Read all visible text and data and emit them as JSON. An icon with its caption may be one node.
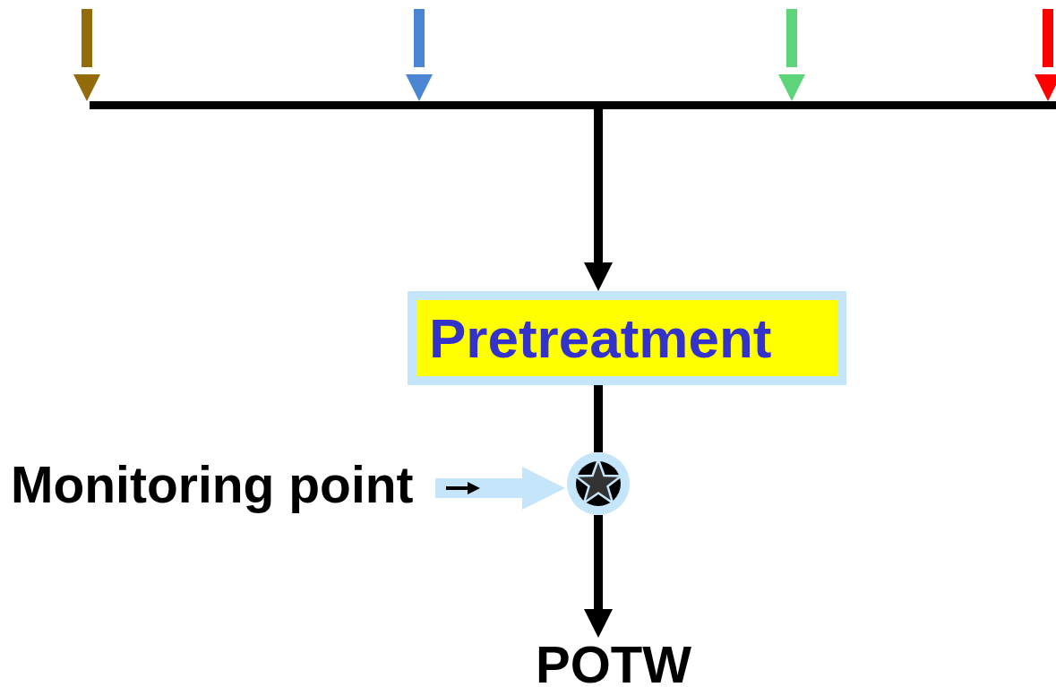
{
  "diagram": {
    "nodes": [
      {
        "text": [],
        "shape": "bar"
      },
      {
        "text": [
          "Pretreatment"
        ]
      },
      {
        "text": [],
        "shape": "circle"
      },
      {
        "text": [
          "POTW"
        ]
      },
      {
        "text": [
          "Monitoring point"
        ]
      }
    ],
    "edges": [
      {
        "from": null,
        "to": 0,
        "arrow": "to",
        "color": "#946b0a"
      },
      {
        "from": null,
        "to": 0,
        "arrow": "to",
        "color": "#4a86d4"
      },
      {
        "from": null,
        "to": 0,
        "arrow": "to",
        "color": "#5dd37a"
      },
      {
        "from": null,
        "to": 0,
        "arrow": "to",
        "color": "#ff0000"
      },
      {
        "from": 0,
        "to": 1,
        "arrow": "to"
      },
      {
        "from": 1,
        "to": 2,
        "arrow": "none"
      },
      {
        "from": 2,
        "to": 3,
        "arrow": "to"
      },
      {
        "from": 4,
        "to": 2,
        "arrow": "to",
        "style": "thick",
        "color": "#c5e6fa"
      }
    ]
  }
}
